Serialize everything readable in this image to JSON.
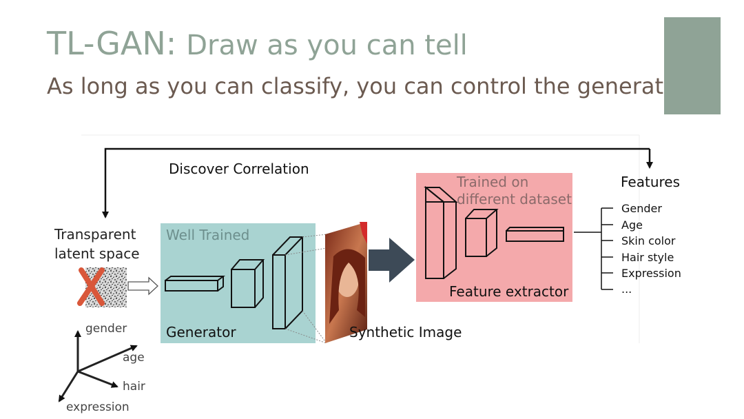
{
  "slide": {
    "title_main": "TL-GAN:",
    "title_rest": "Draw as you can tell",
    "subtitle": "As long as you can classify, you can control the generation"
  },
  "diagram": {
    "discover_label": "Discover Correlation",
    "latent_label_1": "Transparent",
    "latent_label_2": "latent space",
    "generator_tag": "Well Trained",
    "generator_label": "Generator",
    "synthetic_label": "Synthetic Image",
    "extractor_tag_1": "Trained on",
    "extractor_tag_2": "different dataset",
    "extractor_label": "Feature extractor",
    "features_title": "Features",
    "features": [
      "Gender",
      "Age",
      "Skin color",
      "Hair style",
      "Expression",
      "..."
    ],
    "axes": [
      "gender",
      "age",
      "hair",
      "expression"
    ]
  },
  "colors": {
    "title": "#8fa396",
    "subtitle": "#6b5a50",
    "accent": "#8fa396",
    "generator_bg": "#a9d3d1",
    "extractor_bg": "#f4a9ab",
    "big_arrow": "#3d4a57",
    "cross": "#d9573a"
  }
}
